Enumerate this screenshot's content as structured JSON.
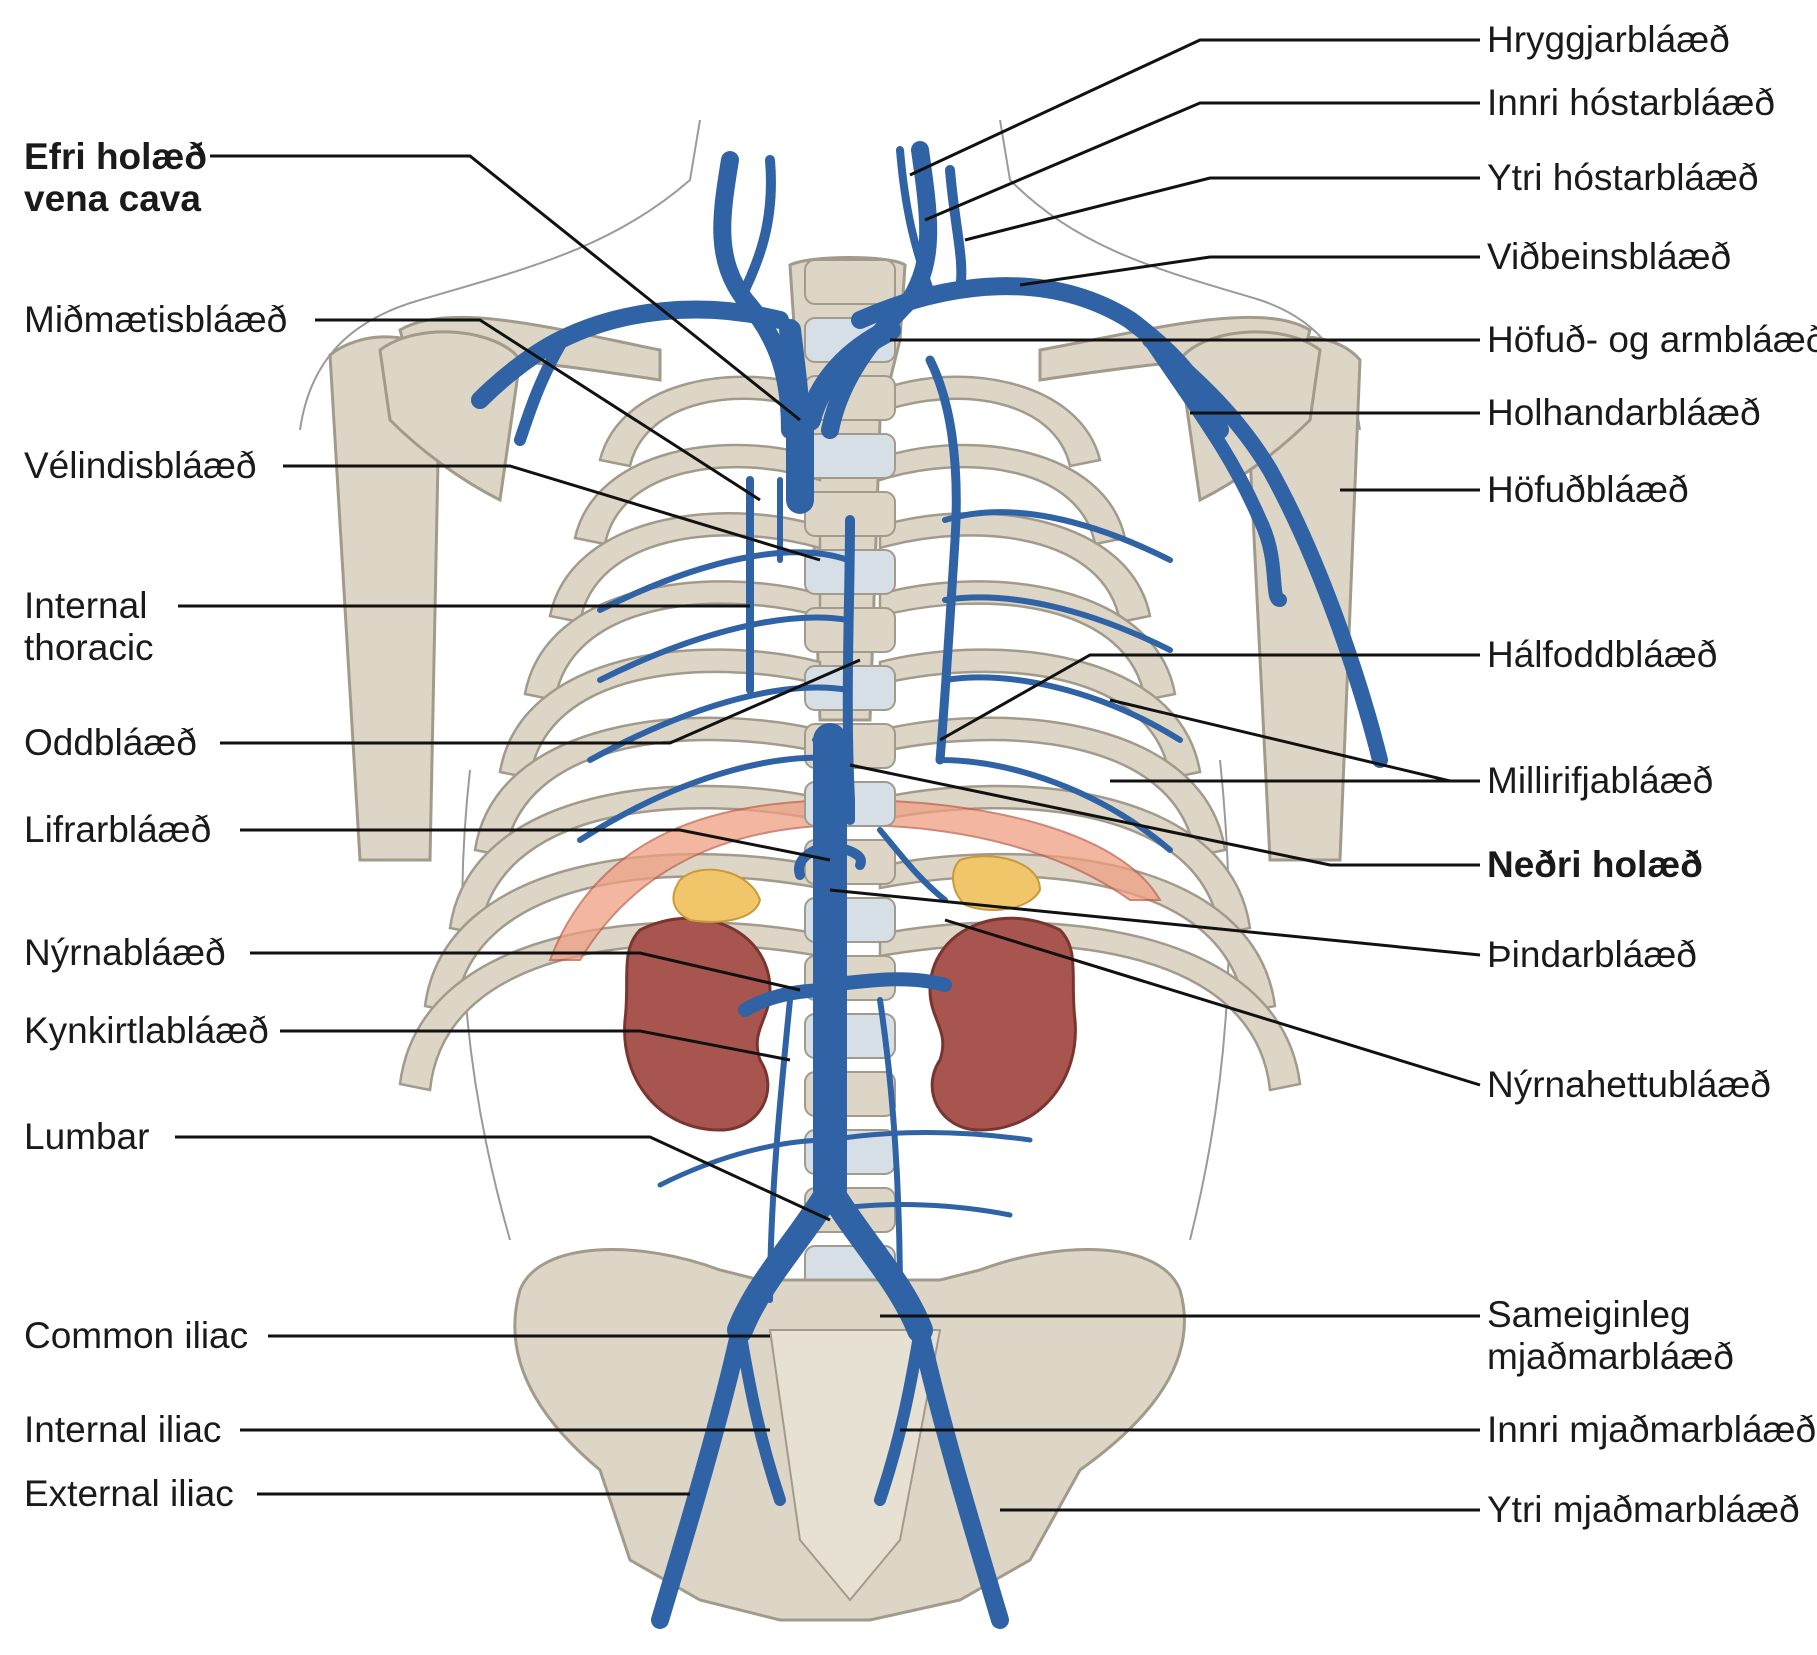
{
  "colors": {
    "vein": "#2f63a5",
    "vein_light": "#4a7fc0",
    "bone": "#ddd6c6",
    "bone_edge": "#a29b8c",
    "kidney": "#a85550",
    "adrenal": "#f1c66a",
    "diaphragm": "#ef9f82",
    "leader": "#111111"
  },
  "labels_left": [
    {
      "id": "superior_vena_cava",
      "line1": "Efri holæð",
      "line2": "vena cava",
      "bold": true
    },
    {
      "id": "azygos",
      "line1": "Miðmætisbláæð"
    },
    {
      "id": "esophageal",
      "line1": "Vélindisbláæð"
    },
    {
      "id": "internal_thoracic",
      "line1": "Internal",
      "line2": "thoracic"
    },
    {
      "id": "hepatic_portal_left",
      "line1": "Oddbláæð"
    },
    {
      "id": "hepatic",
      "line1": "Lifrarbláæð"
    },
    {
      "id": "renal",
      "line1": "Nýrnabláæð"
    },
    {
      "id": "gonadal",
      "line1": "Kynkirtlabláæð"
    },
    {
      "id": "lumbar",
      "line1": "Lumbar"
    },
    {
      "id": "common_iliac",
      "line1": "Common iliac"
    },
    {
      "id": "internal_iliac",
      "line1": "Internal iliac"
    },
    {
      "id": "external_iliac",
      "line1": "External iliac"
    }
  ],
  "labels_right": [
    {
      "id": "vertebral",
      "line1": "Hryggjarbláæð"
    },
    {
      "id": "internal_jugular",
      "line1": "Innri hóstarbláæð"
    },
    {
      "id": "external_jugular",
      "line1": "Ytri hóstarbláæð"
    },
    {
      "id": "subclavian",
      "line1": "Viðbeinsbláæð"
    },
    {
      "id": "brachiocephalic",
      "line1": "Höfuð- og armbláæð"
    },
    {
      "id": "axillary",
      "line1": "Holhandarbláæð"
    },
    {
      "id": "cephalic",
      "line1": "Höfuðbláæð"
    },
    {
      "id": "hemiazygos",
      "line1": "Hálfoddbláæð"
    },
    {
      "id": "intercostal",
      "line1": "Millirifjabláæð"
    },
    {
      "id": "inferior_vena_cava",
      "line1": "Neðri holæð",
      "bold": true
    },
    {
      "id": "splenic",
      "line1": "Þindarbláæð"
    },
    {
      "id": "suprarenal",
      "line1": "Nýrnahettubláæð"
    },
    {
      "id": "common_iliac_r",
      "line1": "Sameiginleg",
      "line2": "mjaðmarbláæð"
    },
    {
      "id": "internal_iliac_r",
      "line1": "Innri mjaðmarbláæð"
    },
    {
      "id": "external_iliac_r",
      "line1": "Ytri mjaðmarbláæð"
    }
  ]
}
